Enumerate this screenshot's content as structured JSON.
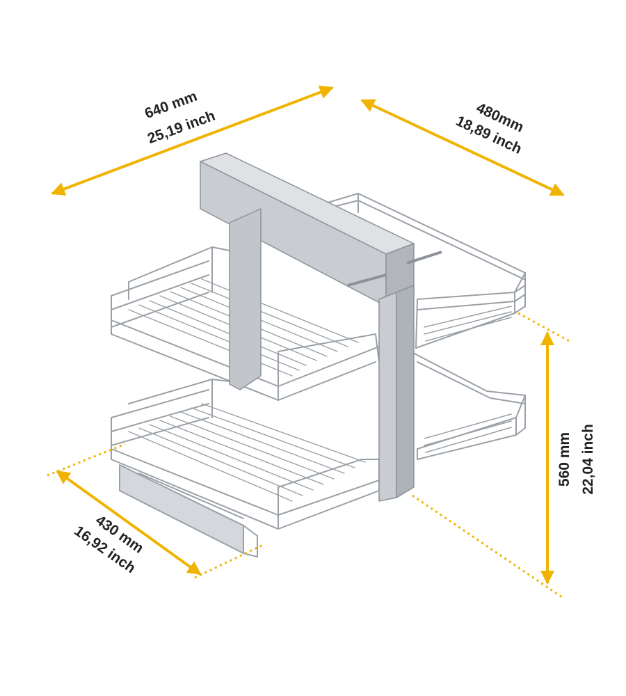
{
  "colors": {
    "accent": "#f0b400",
    "metal": "#c9ccd1",
    "metal_dark": "#8d9299",
    "text": "#222222"
  },
  "dimensions": {
    "top_width": {
      "mm": "640 mm",
      "inch": "25,19 inch"
    },
    "top_depth": {
      "mm": "480mm",
      "inch": "18,89 inch"
    },
    "height": {
      "mm": "560 mm",
      "inch": "22,04 inch"
    },
    "front_depth": {
      "mm": "430 mm",
      "inch": "16,92 inch"
    }
  },
  "product": {
    "icon": "corner-pull-out-wire-basket-icon"
  }
}
